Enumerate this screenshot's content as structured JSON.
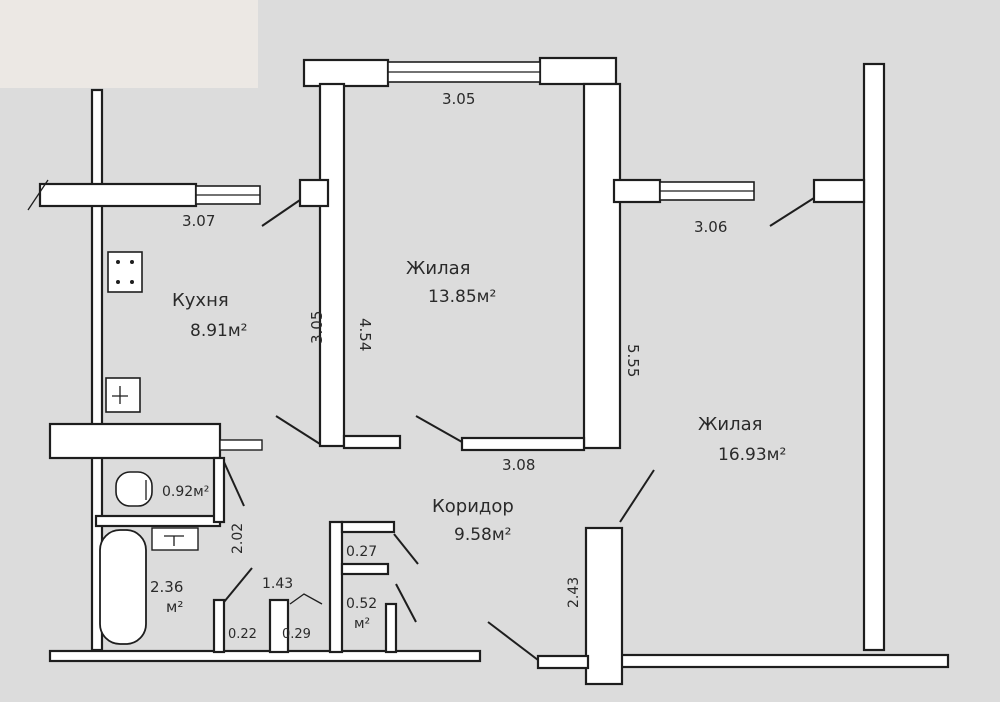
{
  "rooms": {
    "living1": {
      "name": "Жилая",
      "area": "13.85м²"
    },
    "living2": {
      "name": "Жилая",
      "area": "16.93м²"
    },
    "kitchen": {
      "name": "Кухня",
      "area": "8.91м²"
    },
    "corridor": {
      "name": "Коридор",
      "area": "9.58м²"
    },
    "wc": {
      "area": "0.92м²"
    },
    "bath": {
      "area": "2.36",
      "unit": "м²"
    },
    "closet1": {
      "area": "0.27"
    },
    "closet2": {
      "area": "0.52",
      "unit": "м²"
    }
  },
  "dimensions": {
    "living1_top": "3.05",
    "living1_bottom": "3.08",
    "living1_side": "4.54",
    "kitchen_width": "3.07",
    "kitchen_depth": "3.05",
    "living2_width": "3.06",
    "living2_depth": "5.55",
    "living2_lower": "2.43",
    "bath_side": "2.02",
    "bath_small": "1.43",
    "niche1": "0.22",
    "niche2": "0.29"
  },
  "colors": {
    "paper": "#dcdcdc",
    "ink": "#1e1e1e",
    "wall_fill": "#ffffff",
    "corner_patch": "#ece8e4"
  }
}
